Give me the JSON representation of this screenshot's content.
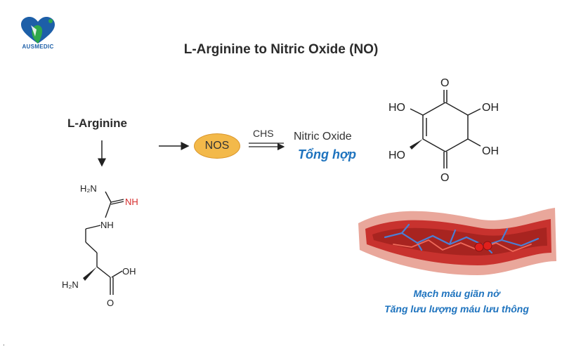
{
  "brand": {
    "name": "AUSMEDIC"
  },
  "title": "L-Arginine to Nitric Oxide (NO)",
  "arginine": {
    "label": "L-Arginine",
    "atoms": {
      "h2n_top": "H₂N",
      "nh_imine": "NH",
      "nh_chain": "NH",
      "h2n_alpha": "H₂N",
      "oh": "OH",
      "o": "O"
    }
  },
  "pathway": {
    "enzyme": "NOS",
    "reaction": "CHS",
    "product": "Nitric Oxide",
    "product_caption": "Tổng hợp"
  },
  "quinone": {
    "atoms": {
      "o_top": "O",
      "o_bottom": "O",
      "ho_left_top": "HO",
      "oh_right_top": "OH",
      "ho_left_bottom": "HO",
      "oh_right_bottom": "OH"
    }
  },
  "vessel": {
    "caption_line1": "Mạch máu giãn nở",
    "caption_line2": "Tăng lưu lượng máu lưu thông"
  },
  "colors": {
    "accent_blue": "#1e73be",
    "nos_fill": "#f3b94a",
    "imine_red": "#d62c2c",
    "vessel_red": "#c8322e"
  },
  "footer_mark": "."
}
